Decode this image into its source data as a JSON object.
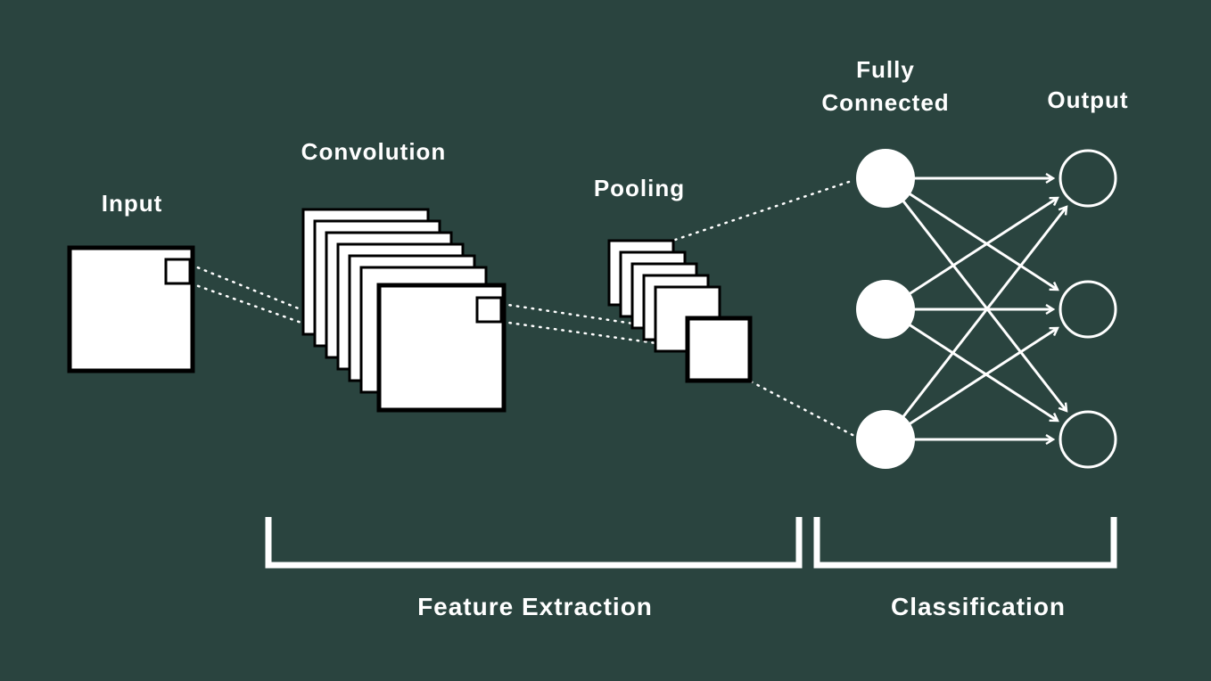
{
  "colors": {
    "background": "#2a443f",
    "shape_fill": "#ffffff",
    "shape_border": "#000000",
    "line": "#ffffff"
  },
  "labels": {
    "input": "Input",
    "convolution": "Convolution",
    "pooling": "Pooling",
    "fully_connected_line1": "Fully",
    "fully_connected_line2": "Connected",
    "output": "Output",
    "feature_extraction": "Feature Extraction",
    "classification": "Classification"
  },
  "structure": {
    "diagram_type": "convolutional-neural-network-architecture",
    "input_maps": 1,
    "convolution_feature_maps": 7,
    "pooling_feature_maps": 6,
    "fully_connected_nodes": 3,
    "output_nodes": 3,
    "fc_to_output_connections": 9,
    "stages": [
      {
        "name": "Feature Extraction",
        "layers": [
          "Convolution",
          "Pooling"
        ]
      },
      {
        "name": "Classification",
        "layers": [
          "Fully Connected",
          "Output"
        ]
      }
    ]
  }
}
